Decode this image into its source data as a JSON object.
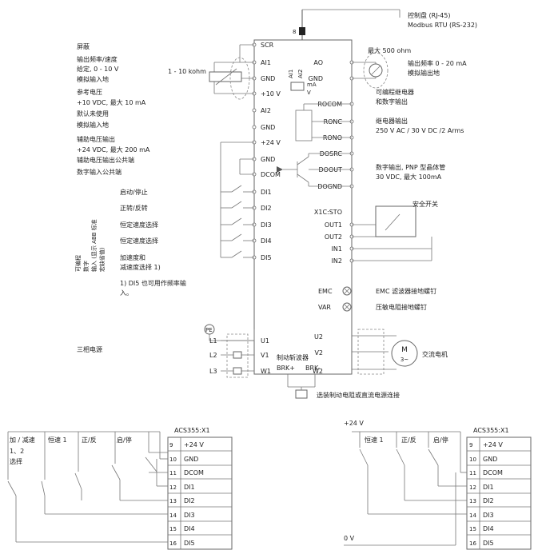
{
  "left_labels": {
    "shield": "屏蔽",
    "out_freq_1": "输出频率/速度",
    "out_freq_2": "给定, 0 - 10 V",
    "analog_ground": "模拟输入地",
    "ref_voltage_1": "参考电压",
    "ref_voltage_2": "+10 VDC, 最大 10 mA",
    "default_unused": "默认未使用",
    "analog_ground2": "模拟输入地",
    "aux_voltage_1": "辅助电压输出",
    "aux_voltage_2": "+24 VDC, 最大 200 mA",
    "aux_common": "辅助电压输出公共端",
    "digital_common": "数字输入公共端",
    "pot_label": "1 - 10 kohm",
    "di_vertical_1": "可编程",
    "di_vertical_2": "数字",
    "di_vertical_3": "输入 (显示 ABB 标准",
    "di_vertical_4": "宏缺省值)",
    "di1_func": "启动/停止",
    "di2_func": "正转/反转",
    "di3_func": "恒定速度选择",
    "di4_func": "恒定速度选择",
    "di5_func_1": "加速度和",
    "di5_func_2": "减速度选择 1)",
    "note_1": "1) DI5 也可用作频率输",
    "note_2": "入。",
    "three_phase": "三相电源"
  },
  "terminals_left": [
    "SCR",
    "AI1",
    "GND",
    "+10 V",
    "AI2",
    "GND",
    "+24 V",
    "GND",
    "DCOM",
    "DI1",
    "DI2",
    "DI3",
    "DI4",
    "DI5"
  ],
  "terminals_right": [
    "AO",
    "GND",
    "ROCOM",
    "RONC",
    "RONO",
    "DOSRC",
    "DOOUT",
    "DOGND",
    "X1C:STO",
    "OUT1",
    "OUT2",
    "IN1",
    "IN2"
  ],
  "switch_labels": {
    "ai1": "AI1",
    "ai2": "AI2",
    "ma": "mA",
    "v": "V"
  },
  "right_labels": {
    "panel_1": "控制盘 (RJ-45)",
    "panel_2": "Modbus RTU (RS-232)",
    "max_ohm": "最大 500 ohm",
    "ao_1": "输出频率 0 - 20 mA",
    "ao_2": "模拟输出地",
    "relay_1": "可编程继电器",
    "relay_2": "和数字输出",
    "relay_out_1": "继电器输出",
    "relay_out_2": "250 V AC / 30 V DC /2 Arms",
    "do_1": "数字输出, PNP 型晶体管",
    "do_2": "30 VDC, 最大 100mA",
    "safety": "安全开关",
    "emc": "EMC",
    "emc_desc": "EMC 滤波器接地螺钉",
    "var": "VAR",
    "var_desc": "压敏电阻接地螺钉",
    "motor": "交流电机",
    "motor_m": "M",
    "motor_3": "3~",
    "brake_desc": "选装制动电阻或直流电源连接"
  },
  "power": {
    "pe": "PE",
    "l1": "L1",
    "l2": "L2",
    "l3": "L3",
    "u1": "U1",
    "v1": "V1",
    "w1": "W1",
    "u2": "U2",
    "v2": "V2",
    "w2": "W2",
    "brake_chopper": "制动斩波器",
    "brk_plus": "BRK+",
    "brk_minus": "BRK-"
  },
  "bottom_left": {
    "title": "ACS355:X1",
    "headers": [
      "加 / 减速",
      "恒速 1",
      "正/反",
      "启/停"
    ],
    "header_extra_1": "1、2",
    "header_extra_2": "选择",
    "rows": [
      {
        "num": "9",
        "name": "+24 V"
      },
      {
        "num": "10",
        "name": "GND"
      },
      {
        "num": "11",
        "name": "DCOM"
      },
      {
        "num": "12",
        "name": "DI1"
      },
      {
        "num": "13",
        "name": "DI2"
      },
      {
        "num": "14",
        "name": "DI3"
      },
      {
        "num": "15",
        "name": "DI4"
      },
      {
        "num": "16",
        "name": "DI5"
      }
    ]
  },
  "bottom_right": {
    "title": "ACS355:X1",
    "v24": "+24 V",
    "v0": "0 V",
    "headers": [
      "恒速 1",
      "正/反",
      "启/停"
    ],
    "rows": [
      {
        "num": "9",
        "name": "+24 V"
      },
      {
        "num": "10",
        "name": "GND"
      },
      {
        "num": "11",
        "name": "DCOM"
      },
      {
        "num": "12",
        "name": "DI1"
      },
      {
        "num": "13",
        "name": "DI2"
      },
      {
        "num": "14",
        "name": "DI3"
      },
      {
        "num": "15",
        "name": "DI4"
      },
      {
        "num": "16",
        "name": "DI5"
      }
    ]
  }
}
